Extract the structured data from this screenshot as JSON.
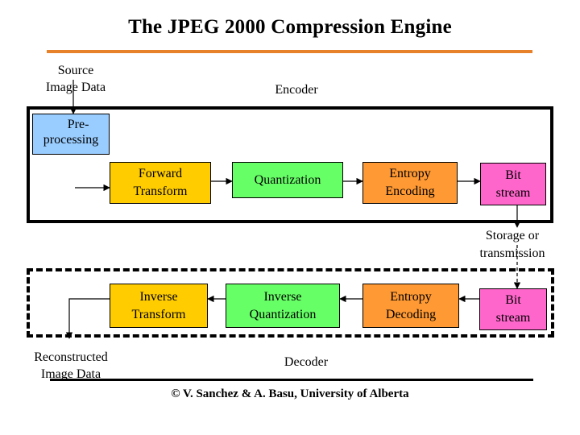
{
  "title": "The JPEG 2000 Compression Engine",
  "source_label": [
    "Source",
    "Image Data"
  ],
  "encoder_label": "Encoder",
  "decoder_label": "Decoder",
  "preprocessing": [
    "Pre-",
    "processing"
  ],
  "encoder_blocks": {
    "forward_transform": [
      "Forward",
      "Transform"
    ],
    "quantization": [
      "Quantization"
    ],
    "entropy_encoding": [
      "Entropy",
      "Encoding"
    ],
    "bit_stream": [
      "Bit",
      "stream"
    ]
  },
  "storage_label": [
    "Storage or",
    "transmission"
  ],
  "decoder_blocks": {
    "inverse_transform": [
      "Inverse",
      "Transform"
    ],
    "inverse_quantization": [
      "Inverse",
      "Quantization"
    ],
    "entropy_decoding": [
      "Entropy",
      "Decoding"
    ],
    "bit_stream": [
      "Bit",
      "stream"
    ]
  },
  "reconstructed_label": [
    "Reconstructed",
    "Image Data"
  ],
  "copyright": "© V. Sanchez & A. Basu, University of Alberta",
  "colors": {
    "title_rule": "#e8822a",
    "transform": "#ffcc00",
    "quantization": "#66ff66",
    "entropy": "#ff9933",
    "bit_stream": "#ff66cc",
    "preprocessing": "#99ccff"
  }
}
